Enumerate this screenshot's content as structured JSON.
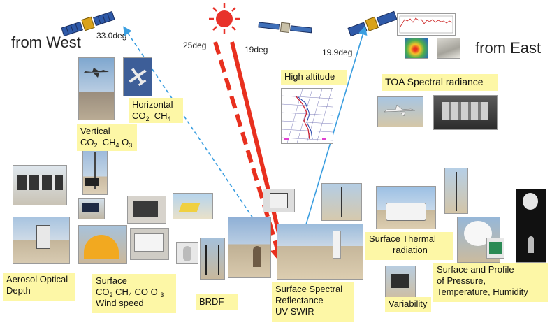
{
  "headings": {
    "west": "from West",
    "east": "from East"
  },
  "angles": {
    "left_sat": "33.0deg",
    "red_dashed": "25deg",
    "red_solid": "19deg",
    "right_sat": "19.9deg"
  },
  "labels": {
    "high_altitude": "High altitude",
    "toa": "TOA  Spectral radiance",
    "horizontal": "Horizontal",
    "horizontal_gases": [
      "CO",
      "2",
      "  CH",
      "4"
    ],
    "vertical": "Vertical",
    "vertical_gases": [
      "CO",
      "2",
      "  CH",
      "4",
      " O",
      "3"
    ],
    "aerosol_1": "Aerosol Optical",
    "aerosol_2": "Depth",
    "surface": "Surface",
    "surface_gases": [
      "CO",
      "2",
      " CH",
      "4",
      " CO O ",
      "3"
    ],
    "wind": "Wind speed",
    "brdf": "BRDF",
    "reflect_1": "Surface  Spectral",
    "reflect_2": "Reflectance",
    "reflect_3": "UV-SWIR",
    "thermal_1": "Surface  Thermal",
    "thermal_2": "radiation",
    "variability": "Variability",
    "profile_1": "Surface and Profile",
    "profile_2": "of Pressure,",
    "profile_3": "Temperature, Humidity"
  },
  "colors": {
    "sun": "#e8322a",
    "red_path": "#e8301f",
    "blue_path": "#3a9ee0",
    "label_bg": "#fdf7a6"
  },
  "icons": [
    "sun-icon",
    "satellite-icon"
  ]
}
